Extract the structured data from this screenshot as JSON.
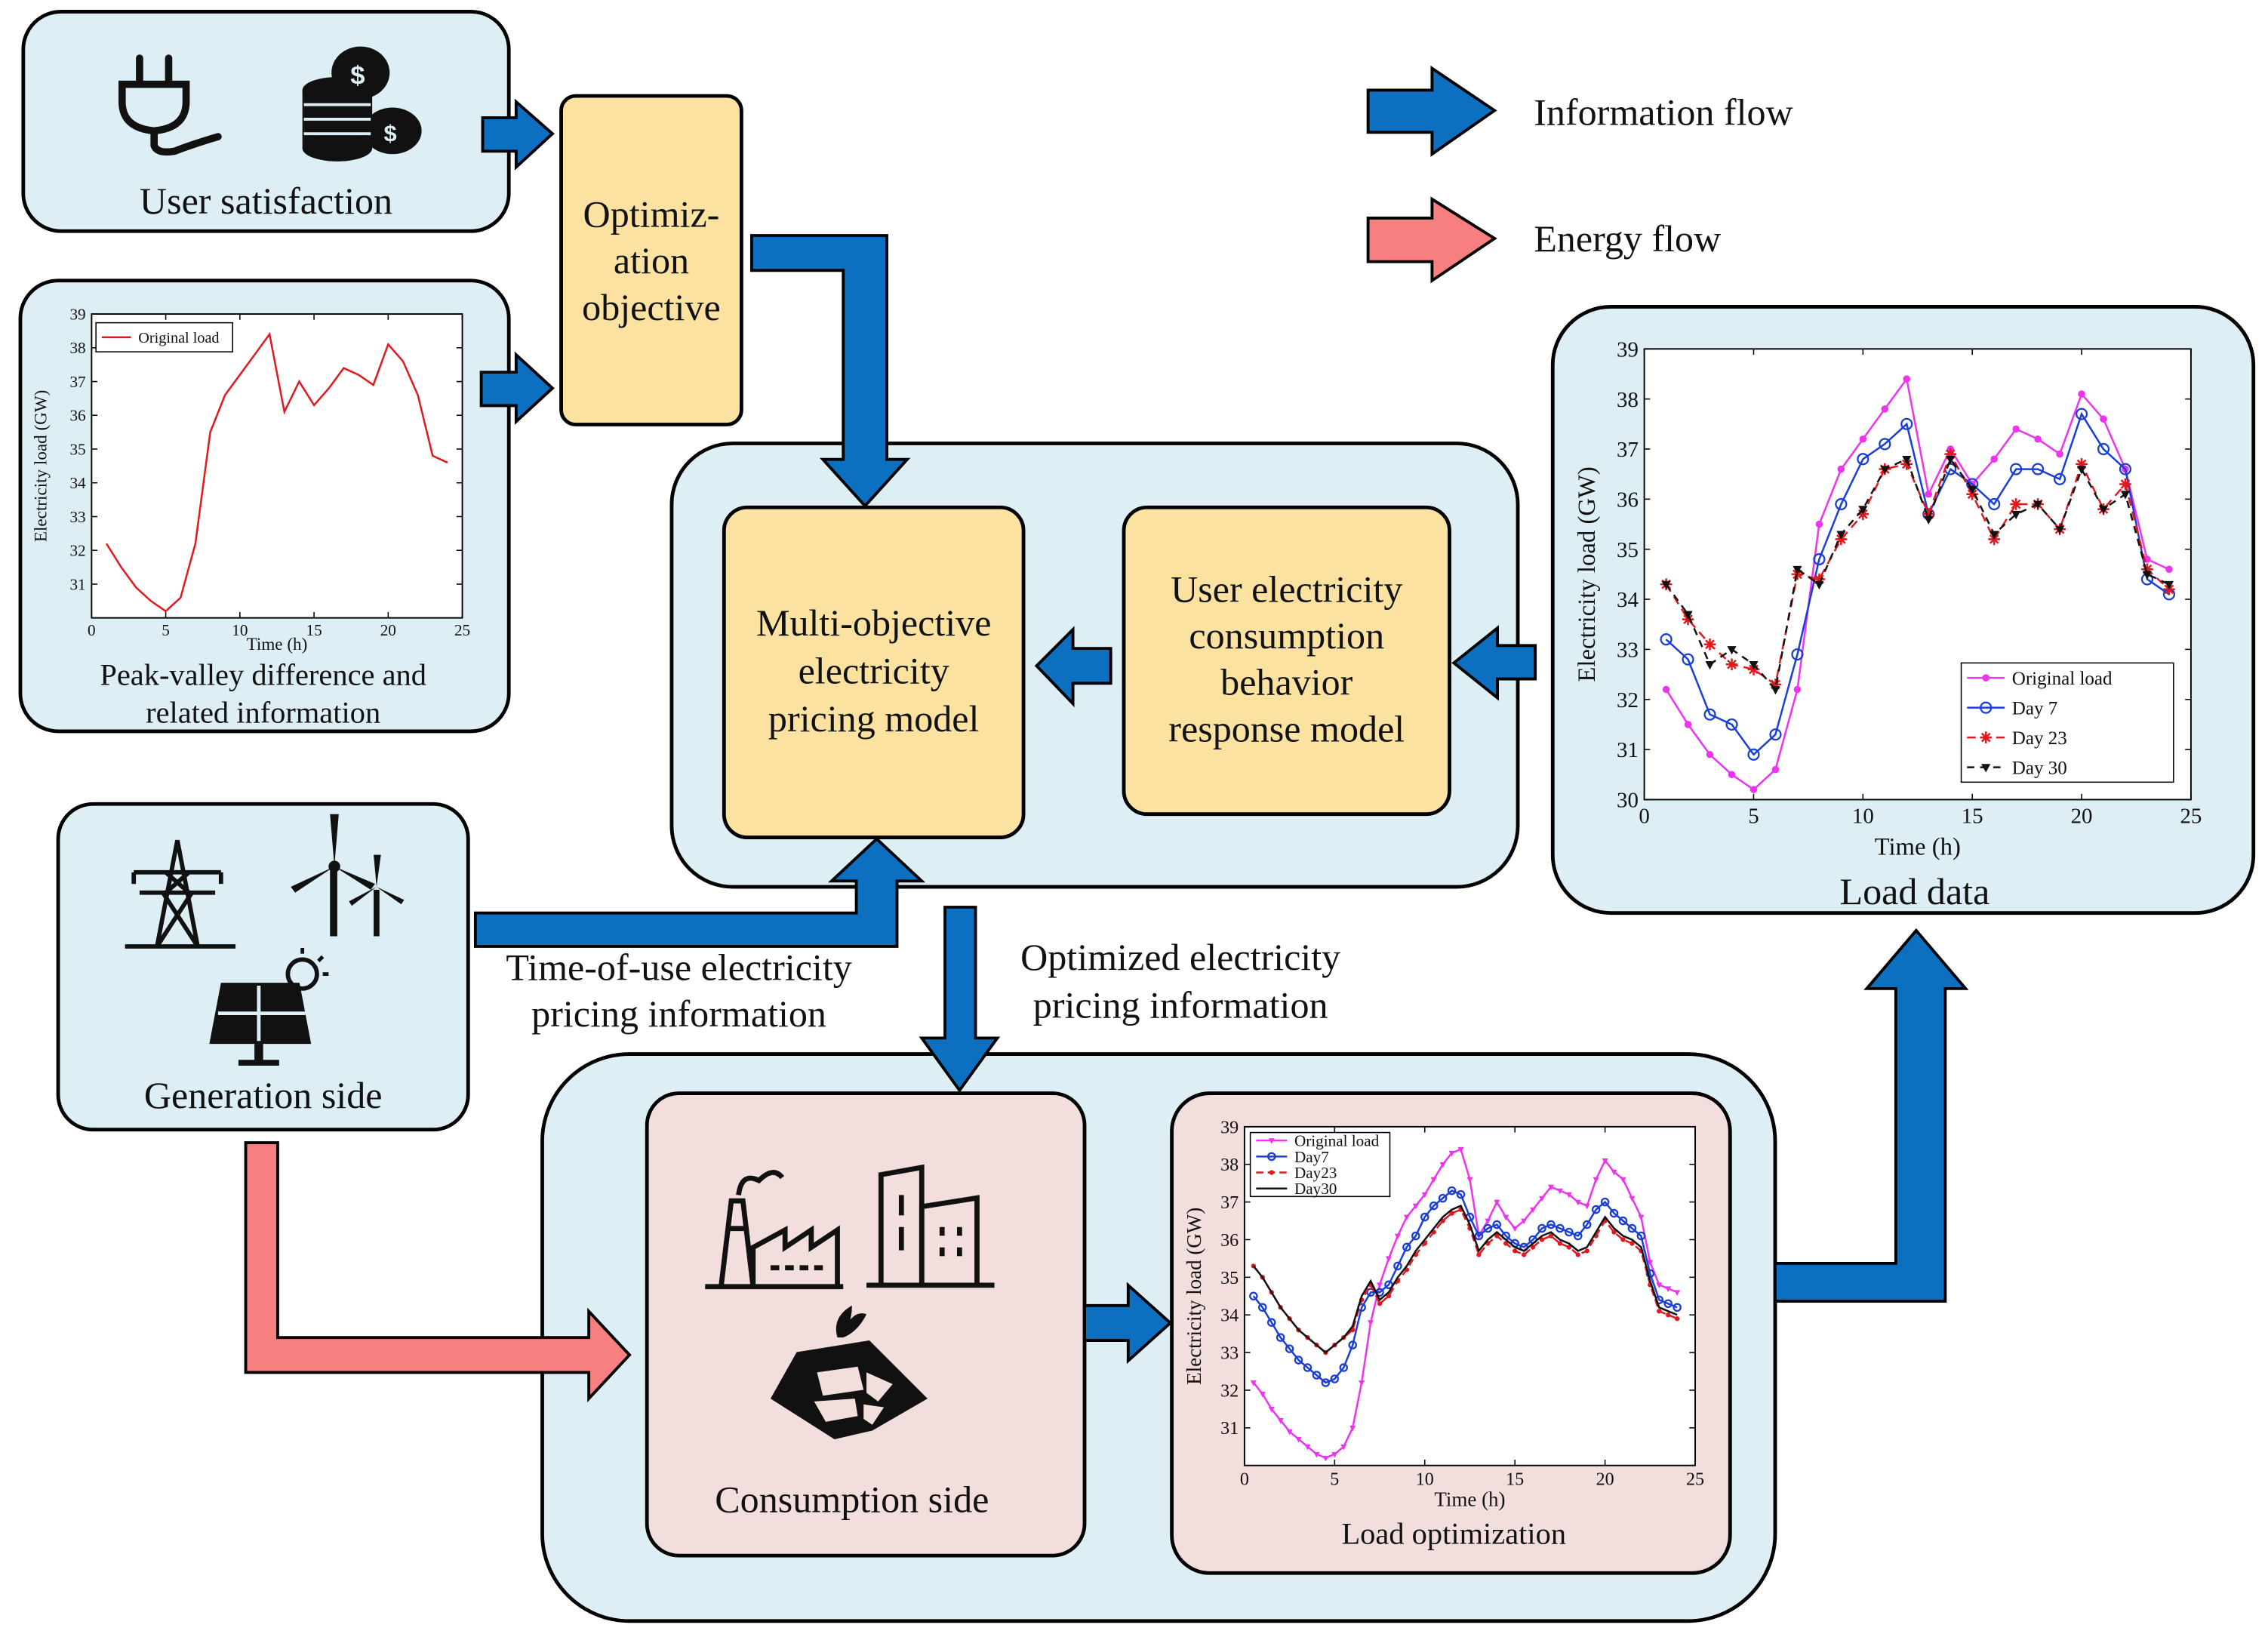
{
  "colors": {
    "panel_blue": "#ddeef4",
    "box_yellow": "#fbe2a0",
    "box_pink": "#f2dedc",
    "info_arrow": "#0d6fc0",
    "energy_arrow": "#f77f80"
  },
  "legend": {
    "information_flow": "Information flow",
    "energy_flow": "Energy flow"
  },
  "labels": {
    "user_satisfaction": "User satisfaction",
    "optimization_objective_l1": "Optimiz-",
    "optimization_objective_l2": "ation",
    "optimization_objective_l3": "objective",
    "peak_valley_l1": "Peak-valley difference and",
    "peak_valley_l2": "related information",
    "multi_objective_l1": "Multi-objective",
    "multi_objective_l2": "electricity",
    "multi_objective_l3": "pricing model",
    "user_behavior_l1": "User electricity",
    "user_behavior_l2": "consumption",
    "user_behavior_l3": "behavior",
    "user_behavior_l4": "response model",
    "load_data": "Load data",
    "generation_side": "Generation side",
    "tou_l1": "Time-of-use electricity",
    "tou_l2": "pricing information",
    "optimized_l1": "Optimized electricity",
    "optimized_l2": "pricing information",
    "consumption_side": "Consumption side",
    "load_optimization": "Load optimization"
  },
  "icons": {
    "user_satisfaction": [
      "plug-icon",
      "coins-icon"
    ],
    "generation_side": [
      "transmission-tower-icon",
      "wind-turbine-icon",
      "solar-panel-icon"
    ],
    "consumption_side": [
      "factory-icon",
      "buildings-icon",
      "smart-home-icon"
    ]
  },
  "chart_data": [
    {
      "id": "peak_valley",
      "type": "line",
      "xlabel": "Time (h)",
      "ylabel": "Electricity load (GW)",
      "xlim": [
        0,
        25
      ],
      "ylim": [
        30,
        39
      ],
      "xticks": [
        0,
        5,
        10,
        15,
        20,
        25
      ],
      "yticks": [
        31,
        32,
        33,
        34,
        35,
        36,
        37,
        38,
        39
      ],
      "legend_position": "top-left",
      "series": [
        {
          "name": "Original load",
          "color": "#e0191e",
          "marker": "none",
          "dash": "",
          "x": [
            1,
            2,
            3,
            4,
            5,
            6,
            7,
            8,
            9,
            10,
            11,
            12,
            13,
            14,
            15,
            16,
            17,
            18,
            19,
            20,
            21,
            22,
            23,
            24
          ],
          "values": [
            32.2,
            31.5,
            30.9,
            30.5,
            30.2,
            30.6,
            32.2,
            35.5,
            36.6,
            37.2,
            37.8,
            38.4,
            36.1,
            37.0,
            36.3,
            36.8,
            37.4,
            37.2,
            36.9,
            38.1,
            37.6,
            36.6,
            34.8,
            34.6
          ]
        }
      ]
    },
    {
      "id": "load_data",
      "type": "line",
      "xlabel": "Time (h)",
      "ylabel": "Electricity  load  (GW)",
      "xlim": [
        0,
        25
      ],
      "ylim": [
        30,
        39
      ],
      "xticks": [
        0,
        5,
        10,
        15,
        20,
        25
      ],
      "yticks": [
        30,
        31,
        32,
        33,
        34,
        35,
        36,
        37,
        38,
        39
      ],
      "legend_position": "bottom-right",
      "series": [
        {
          "name": "Original load",
          "color": "#ee33ee",
          "marker": "dot",
          "dash": "",
          "x": [
            1,
            2,
            3,
            4,
            5,
            6,
            7,
            8,
            9,
            10,
            11,
            12,
            13,
            14,
            15,
            16,
            17,
            18,
            19,
            20,
            21,
            22,
            23,
            24
          ],
          "values": [
            32.2,
            31.5,
            30.9,
            30.5,
            30.2,
            30.6,
            32.2,
            35.5,
            36.6,
            37.2,
            37.8,
            38.4,
            36.1,
            37.0,
            36.3,
            36.8,
            37.4,
            37.2,
            36.9,
            38.1,
            37.6,
            36.6,
            34.8,
            34.6
          ]
        },
        {
          "name": "Day 7",
          "color": "#1a3fd6",
          "marker": "circle",
          "dash": "",
          "x": [
            1,
            2,
            3,
            4,
            5,
            6,
            7,
            8,
            9,
            10,
            11,
            12,
            13,
            14,
            15,
            16,
            17,
            18,
            19,
            20,
            21,
            22,
            23,
            24
          ],
          "values": [
            33.2,
            32.8,
            31.7,
            31.5,
            30.9,
            31.3,
            32.9,
            34.8,
            35.9,
            36.8,
            37.1,
            37.5,
            35.7,
            36.6,
            36.3,
            35.9,
            36.6,
            36.6,
            36.4,
            37.7,
            37.0,
            36.6,
            34.4,
            34.1
          ]
        },
        {
          "name": "Day 23",
          "color": "#e0191e",
          "marker": "star",
          "dash": "6,4",
          "x": [
            1,
            2,
            3,
            4,
            5,
            6,
            7,
            8,
            9,
            10,
            11,
            12,
            13,
            14,
            15,
            16,
            17,
            18,
            19,
            20,
            21,
            22,
            23,
            24
          ],
          "values": [
            34.3,
            33.6,
            33.1,
            32.7,
            32.6,
            32.3,
            34.5,
            34.4,
            35.2,
            35.7,
            36.6,
            36.7,
            35.7,
            36.9,
            36.1,
            35.2,
            35.9,
            35.9,
            35.4,
            36.7,
            35.8,
            36.3,
            34.6,
            34.2
          ]
        },
        {
          "name": "Day 30",
          "color": "#111111",
          "marker": "tri",
          "dash": "5,4",
          "x": [
            1,
            2,
            3,
            4,
            5,
            6,
            7,
            8,
            9,
            10,
            11,
            12,
            13,
            14,
            15,
            16,
            17,
            18,
            19,
            20,
            21,
            22,
            23,
            24
          ],
          "values": [
            34.3,
            33.7,
            32.7,
            33.0,
            32.7,
            32.2,
            34.6,
            34.3,
            35.3,
            35.8,
            36.6,
            36.8,
            35.6,
            36.8,
            36.2,
            35.3,
            35.7,
            35.9,
            35.4,
            36.6,
            35.8,
            36.1,
            34.5,
            34.3
          ]
        }
      ]
    },
    {
      "id": "load_optimization",
      "type": "line",
      "xlabel": "Time (h)",
      "ylabel": "Electricity  load  (GW)",
      "xlim": [
        0,
        25
      ],
      "ylim": [
        30,
        39
      ],
      "xticks": [
        0,
        5,
        10,
        15,
        20,
        25
      ],
      "yticks": [
        31,
        32,
        33,
        34,
        35,
        36,
        37,
        38,
        39
      ],
      "legend_position": "top-left",
      "series": [
        {
          "name": "Original load",
          "color": "#ee33ee",
          "marker": "tri",
          "dash": "",
          "x": [
            0.5,
            1.0,
            1.5,
            2.0,
            2.5,
            3.0,
            3.5,
            4.0,
            4.5,
            5.0,
            5.5,
            6.0,
            6.5,
            7.0,
            7.5,
            8.0,
            8.5,
            9.0,
            9.5,
            10.0,
            10.5,
            11.0,
            11.5,
            12.0,
            12.5,
            13.0,
            13.5,
            14.0,
            14.5,
            15.0,
            15.5,
            16.0,
            16.5,
            17.0,
            17.5,
            18.0,
            18.5,
            19.0,
            19.5,
            20.0,
            20.5,
            21.0,
            21.5,
            22.0,
            22.5,
            23.0,
            23.5,
            24.0
          ],
          "values": [
            32.2,
            31.9,
            31.5,
            31.2,
            30.9,
            30.7,
            30.5,
            30.3,
            30.2,
            30.3,
            30.5,
            31.0,
            32.2,
            33.8,
            34.8,
            35.5,
            36.1,
            36.6,
            36.9,
            37.2,
            37.6,
            38.0,
            38.3,
            38.4,
            37.6,
            36.1,
            36.5,
            37.0,
            36.6,
            36.3,
            36.5,
            36.8,
            37.1,
            37.4,
            37.3,
            37.2,
            37.0,
            36.9,
            37.6,
            38.1,
            37.8,
            37.6,
            37.1,
            36.6,
            35.4,
            34.8,
            34.7,
            34.6
          ]
        },
        {
          "name": "Day7",
          "color": "#1a3fd6",
          "marker": "circle",
          "dash": "",
          "x": [
            0.5,
            1.0,
            1.5,
            2.0,
            2.5,
            3.0,
            3.5,
            4.0,
            4.5,
            5.0,
            5.5,
            6.0,
            6.5,
            7.0,
            7.5,
            8.0,
            8.5,
            9.0,
            9.5,
            10.0,
            10.5,
            11.0,
            11.5,
            12.0,
            12.5,
            13.0,
            13.5,
            14.0,
            14.5,
            15.0,
            15.5,
            16.0,
            16.5,
            17.0,
            17.5,
            18.0,
            18.5,
            19.0,
            19.5,
            20.0,
            20.5,
            21.0,
            21.5,
            22.0,
            22.5,
            23.0,
            23.5,
            24.0
          ],
          "values": [
            34.5,
            34.2,
            33.8,
            33.4,
            33.1,
            32.8,
            32.6,
            32.4,
            32.2,
            32.3,
            32.6,
            33.2,
            34.2,
            34.6,
            34.6,
            34.8,
            35.3,
            35.8,
            36.1,
            36.6,
            36.9,
            37.1,
            37.3,
            37.2,
            36.6,
            36.1,
            36.3,
            36.4,
            36.1,
            35.9,
            35.8,
            36.0,
            36.3,
            36.4,
            36.3,
            36.2,
            36.1,
            36.4,
            36.8,
            37.0,
            36.7,
            36.5,
            36.3,
            36.1,
            35.1,
            34.4,
            34.3,
            34.2
          ]
        },
        {
          "name": "Day23",
          "color": "#e0191e",
          "marker": "dot",
          "dash": "5,3",
          "x": [
            0.5,
            1.0,
            1.5,
            2.0,
            2.5,
            3.0,
            3.5,
            4.0,
            4.5,
            5.0,
            5.5,
            6.0,
            6.5,
            7.0,
            7.5,
            8.0,
            8.5,
            9.0,
            9.5,
            10.0,
            10.5,
            11.0,
            11.5,
            12.0,
            12.5,
            13.0,
            13.5,
            14.0,
            14.5,
            15.0,
            15.5,
            16.0,
            16.5,
            17.0,
            17.5,
            18.0,
            18.5,
            19.0,
            19.5,
            20.0,
            20.5,
            21.0,
            21.5,
            22.0,
            22.5,
            23.0,
            23.5,
            24.0
          ],
          "values": [
            35.3,
            35.0,
            34.6,
            34.2,
            33.9,
            33.6,
            33.4,
            33.2,
            33.0,
            33.2,
            33.4,
            33.6,
            34.4,
            34.8,
            34.3,
            34.5,
            34.9,
            35.2,
            35.6,
            35.9,
            36.2,
            36.5,
            36.7,
            36.8,
            36.3,
            35.6,
            35.9,
            36.1,
            35.9,
            35.7,
            35.6,
            35.8,
            36.0,
            36.1,
            35.9,
            35.8,
            35.6,
            35.7,
            36.1,
            36.5,
            36.2,
            36.0,
            35.9,
            35.7,
            34.8,
            34.1,
            34.0,
            33.9
          ]
        },
        {
          "name": "Day30",
          "color": "#111111",
          "marker": "none",
          "dash": "",
          "x": [
            0.5,
            1.0,
            1.5,
            2.0,
            2.5,
            3.0,
            3.5,
            4.0,
            4.5,
            5.0,
            5.5,
            6.0,
            6.5,
            7.0,
            7.5,
            8.0,
            8.5,
            9.0,
            9.5,
            10.0,
            10.5,
            11.0,
            11.5,
            12.0,
            12.5,
            13.0,
            13.5,
            14.0,
            14.5,
            15.0,
            15.5,
            16.0,
            16.5,
            17.0,
            17.5,
            18.0,
            18.5,
            19.0,
            19.5,
            20.0,
            20.5,
            21.0,
            21.5,
            22.0,
            22.5,
            23.0,
            23.5,
            24.0
          ],
          "values": [
            35.3,
            35.0,
            34.6,
            34.2,
            33.9,
            33.6,
            33.4,
            33.2,
            33.0,
            33.2,
            33.4,
            33.7,
            34.5,
            34.9,
            34.4,
            34.6,
            35.0,
            35.3,
            35.7,
            36.0,
            36.3,
            36.6,
            36.8,
            36.9,
            36.4,
            35.7,
            36.0,
            36.2,
            36.0,
            35.8,
            35.7,
            35.9,
            36.1,
            36.2,
            36.0,
            35.9,
            35.7,
            35.8,
            36.2,
            36.6,
            36.3,
            36.1,
            36.0,
            35.8,
            34.9,
            34.2,
            34.1,
            34.0
          ]
        }
      ]
    }
  ]
}
